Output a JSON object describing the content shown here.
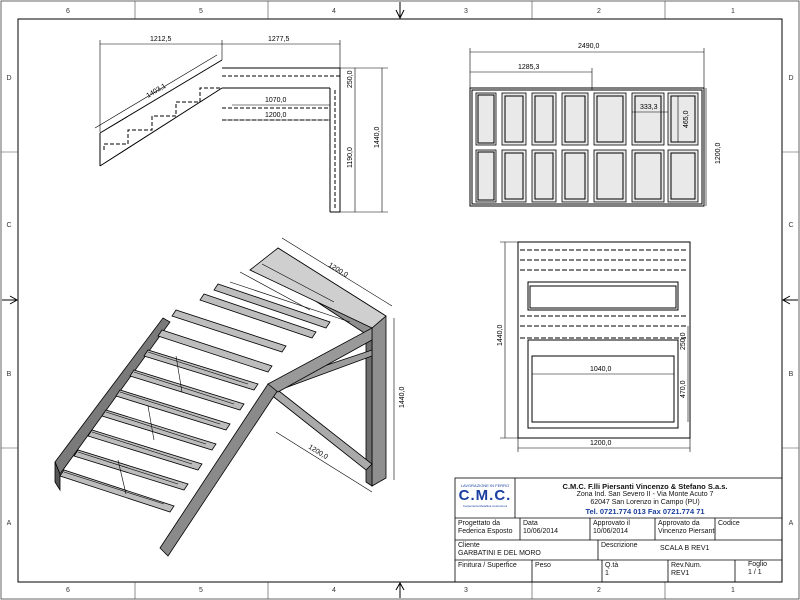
{
  "sheet": {
    "col_labels": [
      "6",
      "5",
      "4",
      "3",
      "2",
      "1"
    ],
    "row_labels": [
      "D",
      "C",
      "B",
      "A"
    ]
  },
  "views": {
    "side": {
      "d1": "1212,5",
      "d2": "1277,5",
      "d3": "1403,1",
      "d4": "250,0",
      "d5": "1070,0",
      "d6": "1200,0",
      "d7": "1190,0",
      "d8": "1440,0"
    },
    "front": {
      "d1": "2490,0",
      "d2": "1285,3",
      "d3": "333,3",
      "d4": "465,0",
      "d5": "1200,0"
    },
    "plan": {
      "d1": "1440,0",
      "d2": "250,0",
      "d3": "1040,0",
      "d4": "470,0",
      "d5": "1200,0"
    },
    "iso": {
      "d1": "1200,0",
      "d2": "1440,0",
      "d3": "1200,0"
    }
  },
  "title_block": {
    "logo_top": "LAVORAZIONE IN FERRO",
    "logo_text": "C.M.C.",
    "logo_sub": "Carpenteria Metallica Costruzioni",
    "company_name": "C.M.C. F.lli Piersanti Vincenzo & Stefano S.a.s.",
    "address1": "Zona Ind. San Severo II - Via Monte Acuto 7",
    "address2": "62047 San Lorenzo in Campo (PU)",
    "tel": "Tel. 0721.774 013 Fax 0721.774 71",
    "designed_label": "Progettato da",
    "designed_by": "Federica Esposto",
    "date_label": "Data",
    "date": "10/06/2014",
    "approved_on_label": "Approvato il",
    "approved_on": "10/06/2014",
    "approved_by_label": "Approvato da",
    "approved_by": "Vincenzo Piersanti",
    "code_label": "Codice",
    "client_label": "Cliente",
    "client": "GARBATINI E DEL MORO",
    "desc_label": "Descrizione",
    "desc": "SCALA B REV1",
    "finish_label": "Finitura / Superfice",
    "weight_label": "Peso",
    "qty_label": "Q.tà",
    "qty": "1",
    "rev_label": "Rev.Num.",
    "rev": "REV1",
    "sheet_label": "Foglio",
    "sheet": "1 / 1"
  }
}
